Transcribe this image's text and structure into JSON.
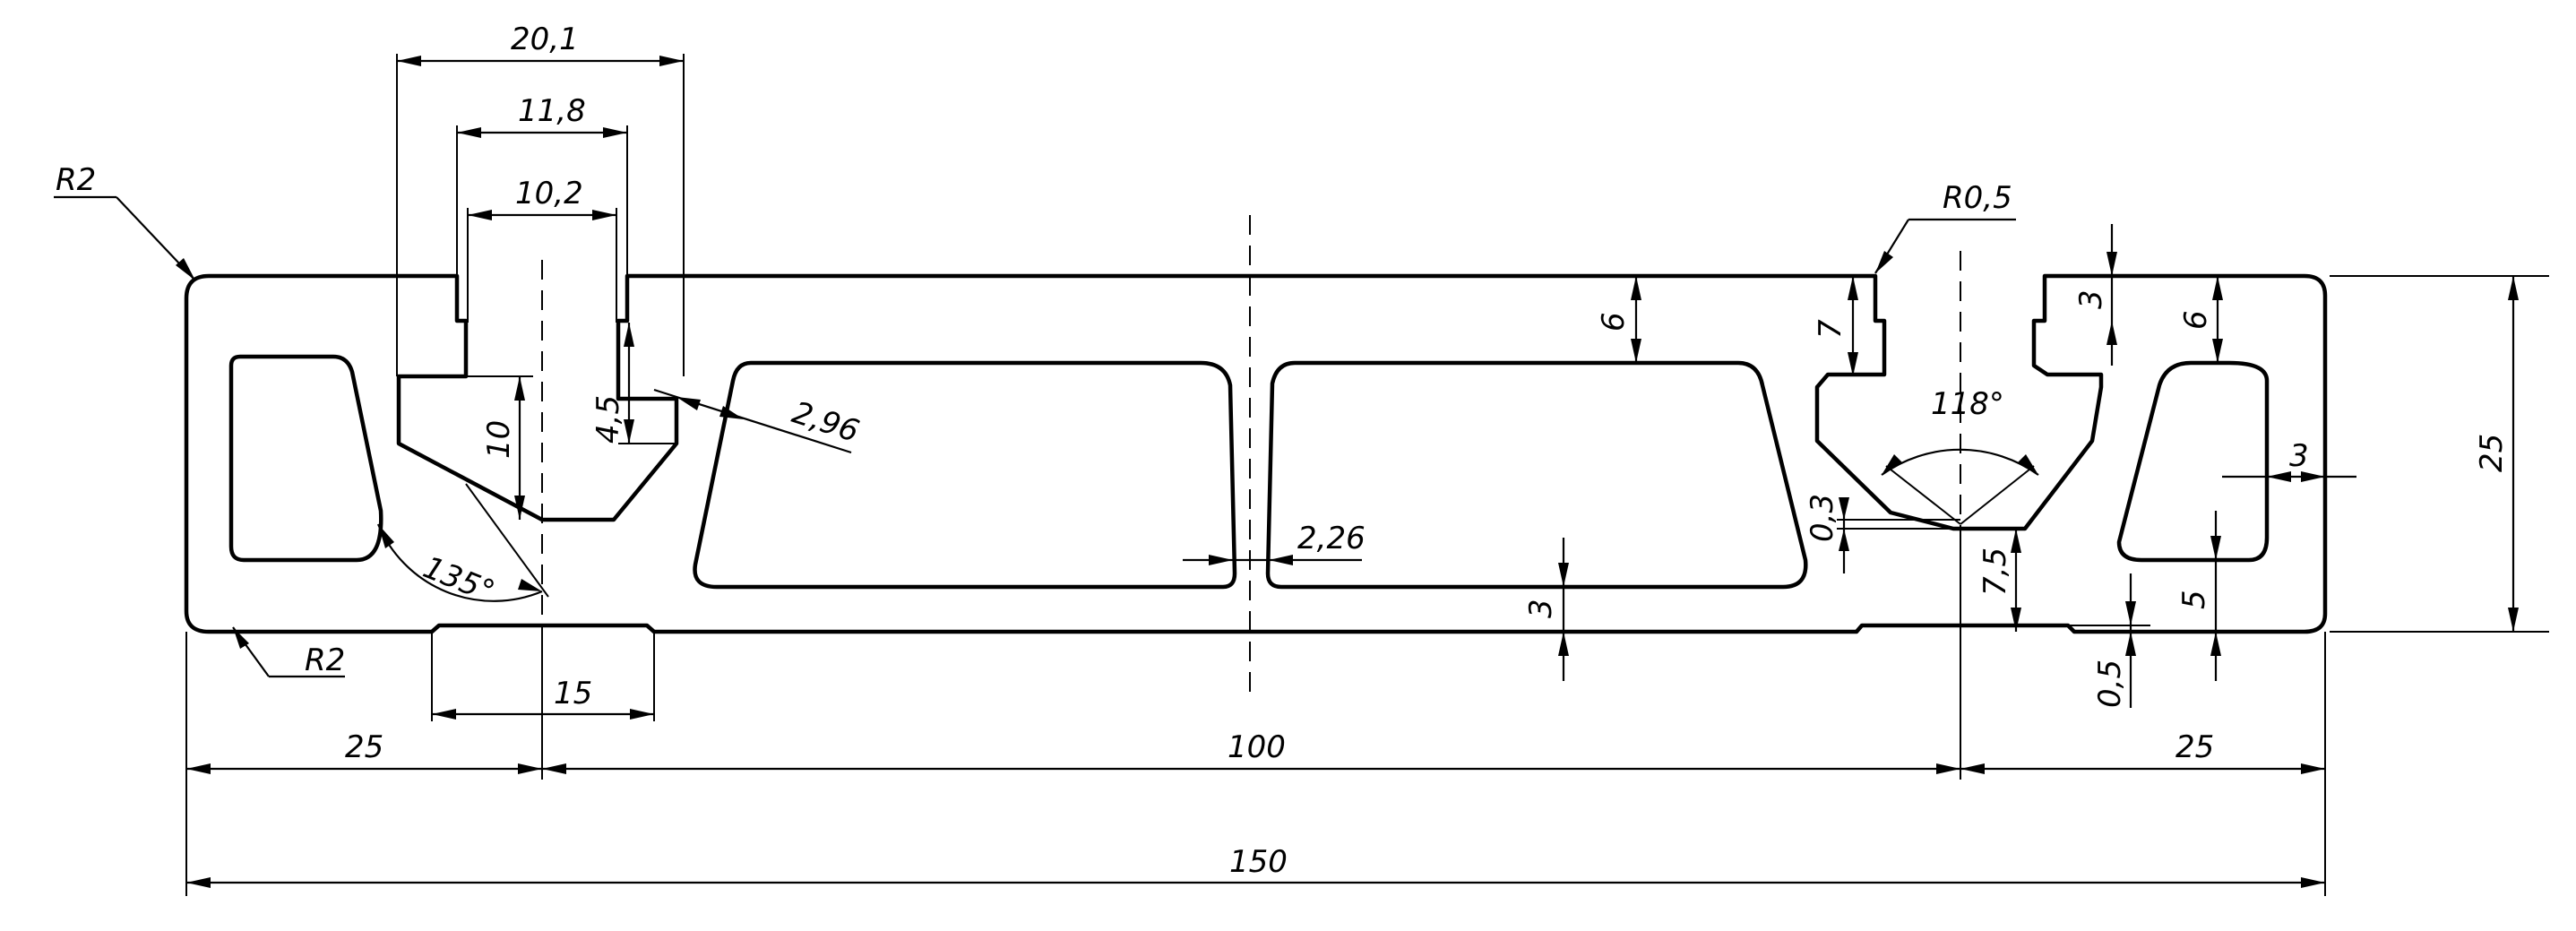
{
  "drawing": {
    "labels": {
      "width_top": "20,1",
      "slot_mid": "11,8",
      "slot_neck": "10,2",
      "radius_top_left": "R2",
      "radius_bottom_left": "R2",
      "radius_small": "R0,5",
      "slot_depth": "10",
      "lip_height": "4,5",
      "wall_thick": "2,96",
      "angle_left": "135°",
      "angle_right": "118°",
      "web_thick": "2,26",
      "top_wall": "6",
      "bottom_wall": "3",
      "right_lip": "7",
      "right_top_gap": "3",
      "right_wall": "6",
      "right_side_wall": "3",
      "total_height": "25",
      "vee_depth": "0,3",
      "vee_height": "7,5",
      "right_bottom_wall": "5",
      "foot_height": "0,5",
      "foot_width": "15",
      "pitch_left": "25",
      "pitch_mid": "100",
      "pitch_right": "25",
      "overall_width": "150"
    }
  }
}
